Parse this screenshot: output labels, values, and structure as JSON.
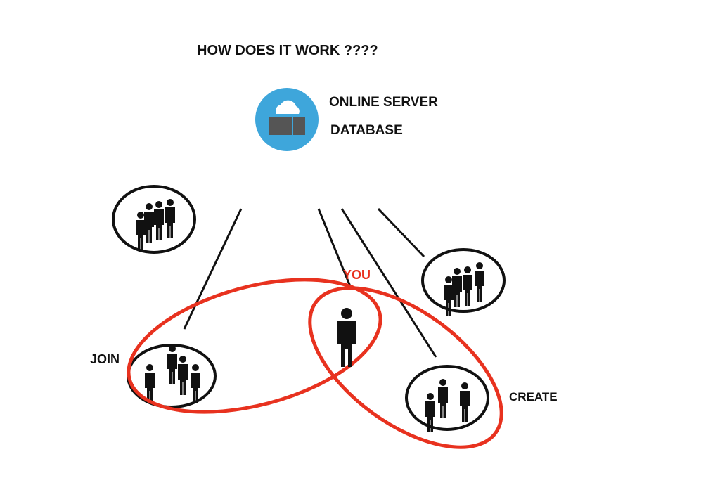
{
  "title": "HOW DOES IT WORK ????",
  "server": {
    "line1": "ONLINE SERVER",
    "line2": "DATABASE",
    "icon": "cloud-server-icon",
    "color": "#3ea6db"
  },
  "labels": {
    "you": "YOU",
    "join": "JOIN",
    "create": "CREATE"
  },
  "colors": {
    "accent": "#e8321f",
    "ink": "#111111"
  }
}
